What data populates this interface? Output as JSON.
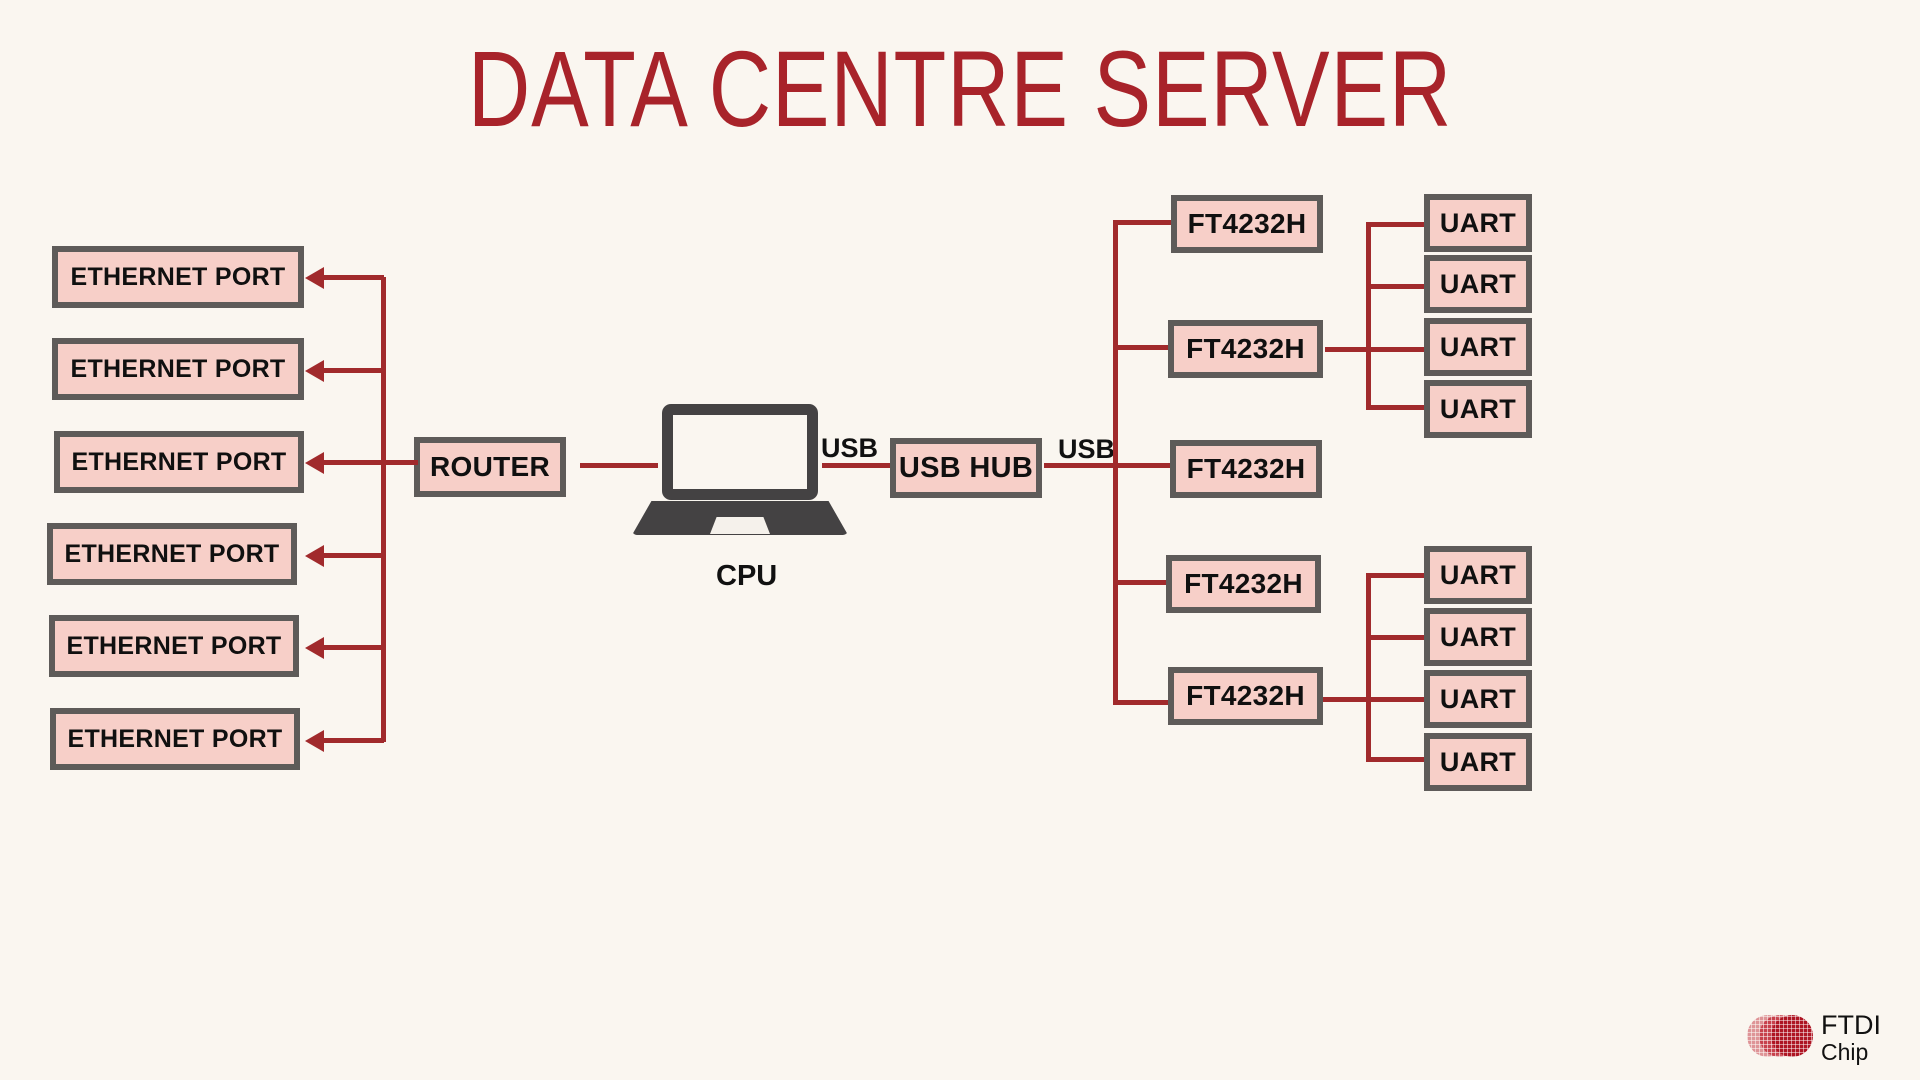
{
  "page": {
    "title": "DATA CENTRE SERVER",
    "background_color": "#FAF6F0",
    "title_color": "#A8232A",
    "node_fill": "#F7CFC8",
    "node_border": "#5E5B59",
    "wire_color": "#A12A2C"
  },
  "ethernet_ports": [
    {
      "label": "ETHERNET PORT"
    },
    {
      "label": "ETHERNET PORT"
    },
    {
      "label": "ETHERNET PORT"
    },
    {
      "label": "ETHERNET PORT"
    },
    {
      "label": "ETHERNET PORT"
    },
    {
      "label": "ETHERNET PORT"
    }
  ],
  "router": {
    "label": "ROUTER"
  },
  "cpu": {
    "label": "CPU",
    "icon": "laptop-icon"
  },
  "usb_hub": {
    "label": "USB HUB"
  },
  "connections": {
    "usb_left_label": "USB",
    "usb_right_label": "USB"
  },
  "ft4232h_chips": [
    {
      "label": "FT4232H"
    },
    {
      "label": "FT4232H"
    },
    {
      "label": "FT4232H"
    },
    {
      "label": "FT4232H"
    },
    {
      "label": "FT4232H"
    }
  ],
  "uart_groups": [
    {
      "ports": [
        {
          "label": "UART"
        },
        {
          "label": "UART"
        },
        {
          "label": "UART"
        },
        {
          "label": "UART"
        }
      ]
    },
    {
      "ports": [
        {
          "label": "UART"
        },
        {
          "label": "UART"
        },
        {
          "label": "UART"
        },
        {
          "label": "UART"
        }
      ]
    }
  ],
  "logo": {
    "name": "FTDI",
    "subtitle": "Chip",
    "color": "#BE1E2D"
  }
}
